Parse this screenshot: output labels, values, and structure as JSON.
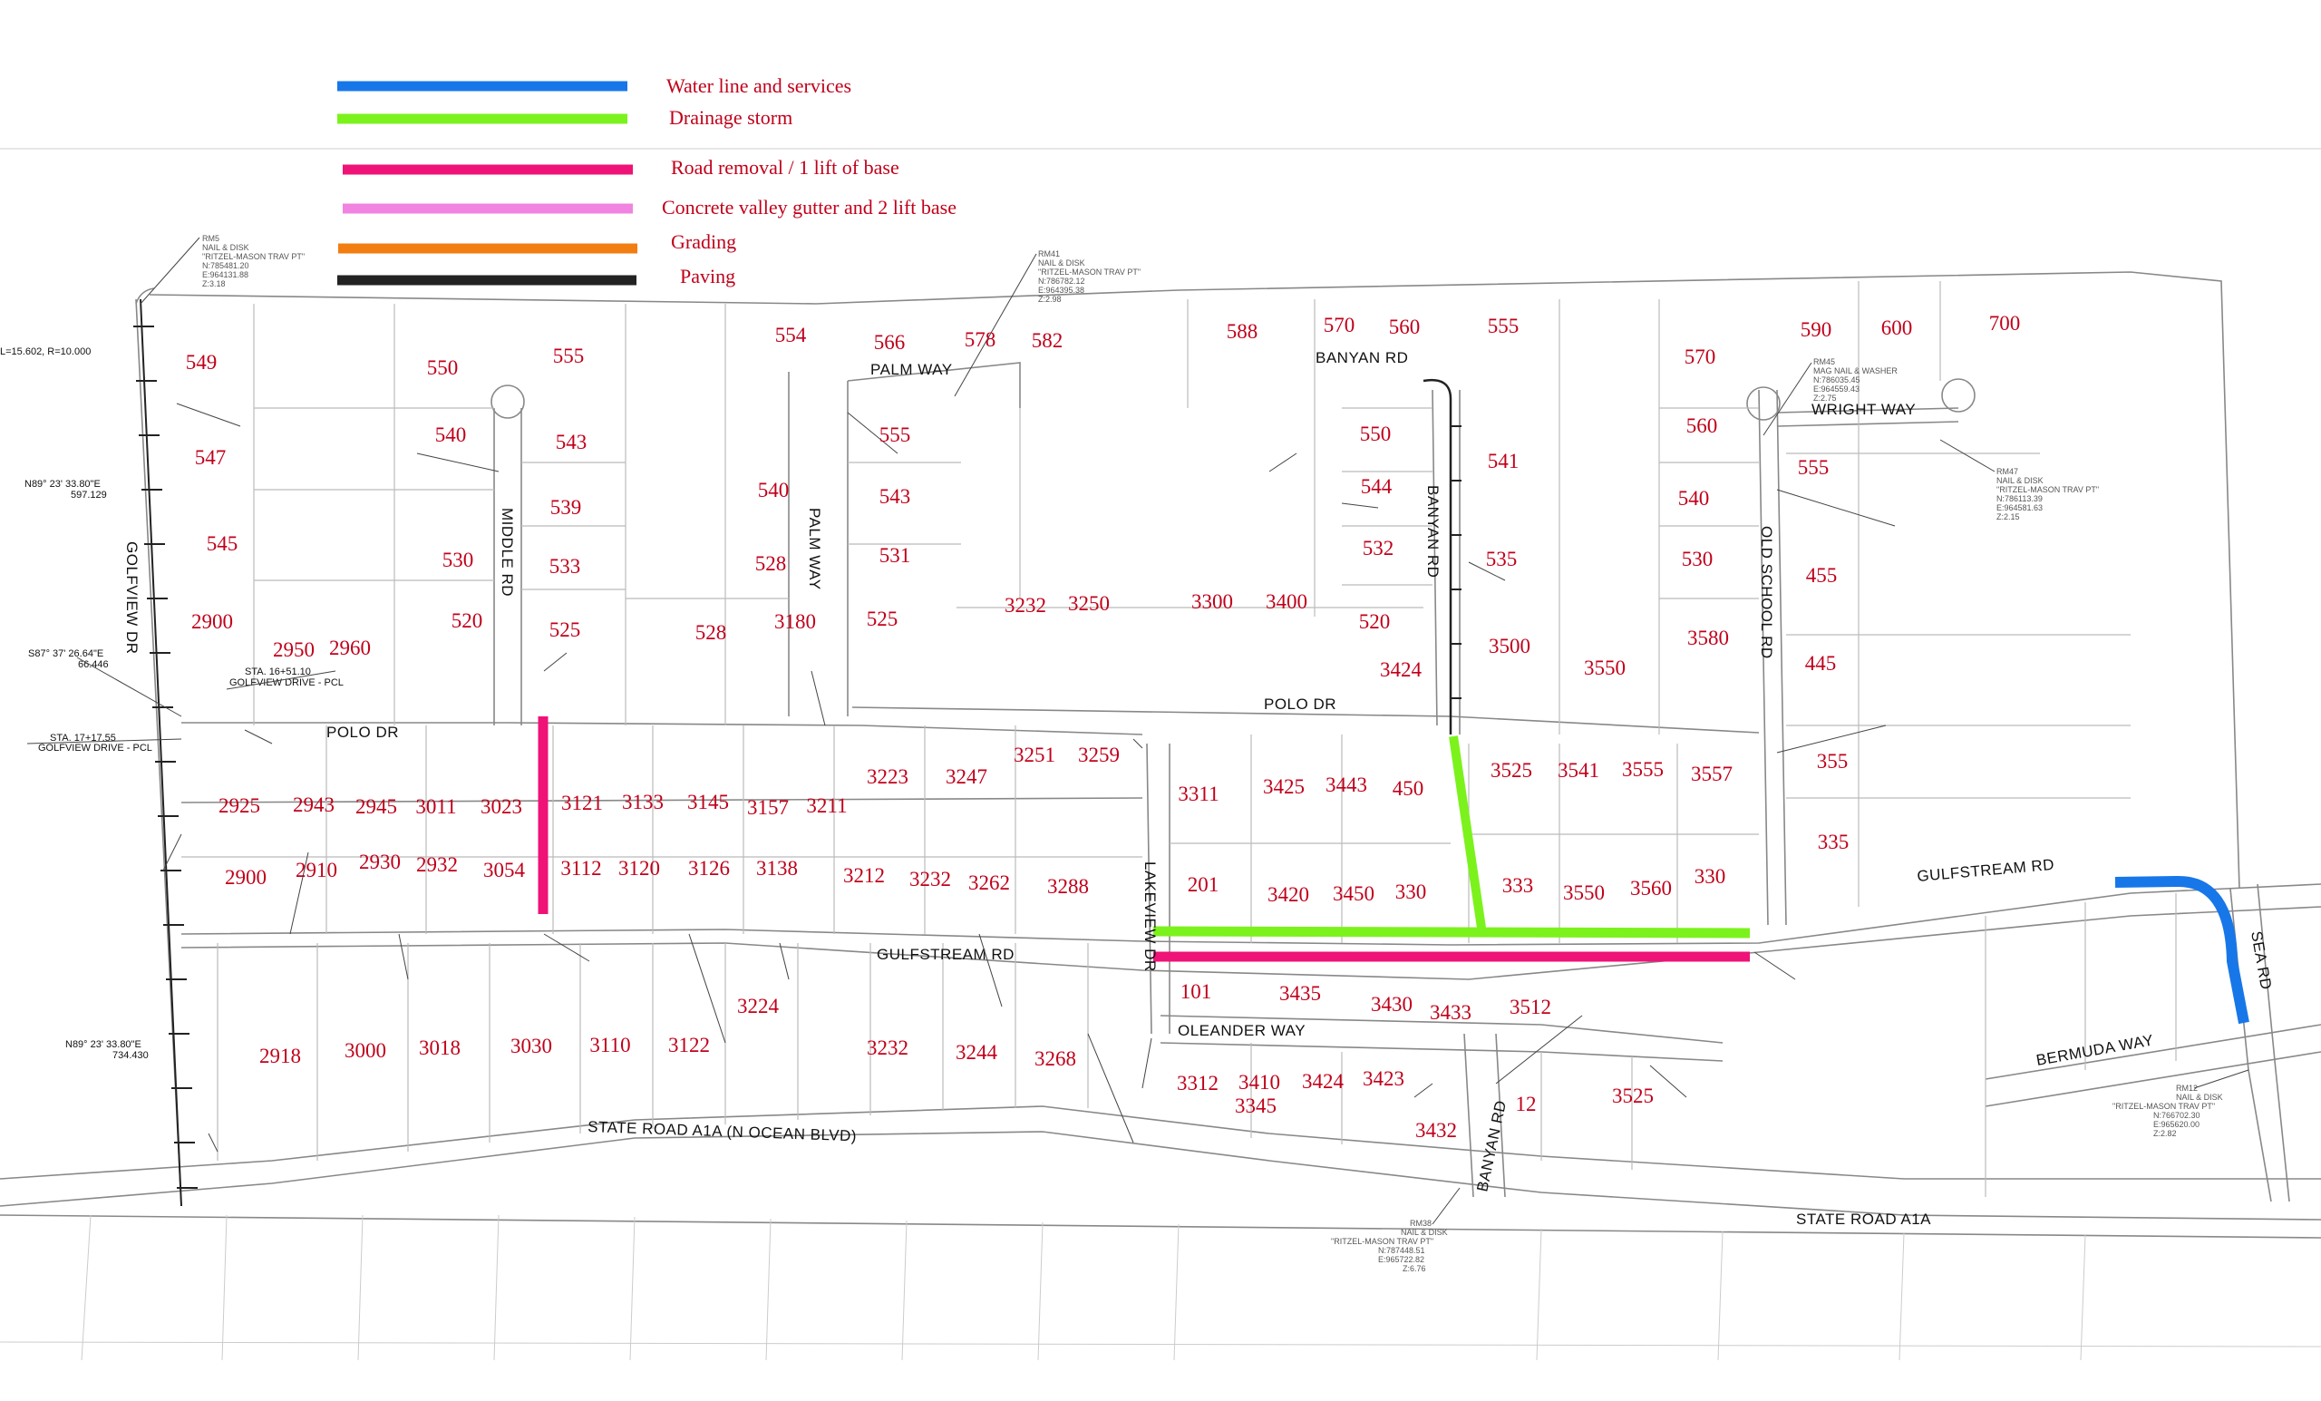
{
  "legend": [
    {
      "label": "Water line and services",
      "color": "#1877e8"
    },
    {
      "label": "Drainage storm",
      "color": "#7cf21d"
    },
    {
      "label": "Road removal / 1 lift of base",
      "color": "#ef1277"
    },
    {
      "label": "Concrete valley gutter and 2 lift base",
      "color": "#f084e0"
    },
    {
      "label": "Grading",
      "color": "#f27d10"
    },
    {
      "label": "Paving",
      "color": "#222222"
    }
  ],
  "roads": {
    "golfview_dr": "GOLFVIEW DR",
    "polo_dr_west": "POLO DR",
    "polo_dr_east": "POLO DR",
    "middle_rd": "MIDDLE RD",
    "palm_way_vertical": "PALM WAY",
    "palm_way_top": "PALM WAY",
    "banyan_rd_top": "BANYAN RD",
    "banyan_rd_vertical": "BANYAN RD",
    "banyan_rd_south": "BANYAN RD",
    "wright_way": "WRIGHT WAY",
    "old_school_rd": "OLD SCHOOL RD",
    "lakeview_dr": "LAKEVIEW DR",
    "gulfstream_rd_west": "GULFSTREAM RD",
    "gulfstream_rd_east": "GULFSTREAM RD",
    "oleander_way": "OLEANDER WAY",
    "sea_rd": "SEA RD",
    "bermuda_way": "BERMUDA WAY",
    "state_road_a1a_north": "STATE ROAD A1A  (N OCEAN BLVD)",
    "state_road_a1a_south": "STATE ROAD A1A"
  },
  "geometry_notes": {
    "curve": "L=15.602,  R=10.000",
    "bearing_1": "N89° 23' 33.80\"E",
    "dist_1": "597.129",
    "bearing_2": "S87° 37' 26.64\"E",
    "dist_2": "66.446",
    "bearing_3": "N89° 23' 33.80\"E",
    "dist_3": "734.430",
    "sta_1": "STA. 16+51.10",
    "sta_1_sub": "GOLFVIEW DRIVE - PCL",
    "sta_2": "STA. 17+17.55",
    "sta_2_sub": "GOLFVIEW DRIVE - PCL"
  },
  "lots": [
    "549",
    "547",
    "545",
    "2900",
    "550",
    "540",
    "530",
    "555",
    "543",
    "539",
    "533",
    "520",
    "525",
    "2950",
    "2960",
    "528",
    "540",
    "528",
    "554",
    "566",
    "578",
    "582",
    "555",
    "543",
    "531",
    "525",
    "3180",
    "3232",
    "3250",
    "3300",
    "3400",
    "588",
    "570",
    "560",
    "555",
    "550",
    "544",
    "532",
    "520",
    "3424",
    "541",
    "535",
    "3500",
    "3550",
    "570",
    "560",
    "540",
    "530",
    "3580",
    "590",
    "600",
    "700",
    "555",
    "455",
    "445",
    "355",
    "335",
    "2925",
    "2943",
    "2945",
    "3011",
    "3023",
    "3121",
    "3133",
    "3145",
    "3157",
    "3211",
    "3223",
    "3247",
    "3251",
    "3259",
    "3311",
    "3425",
    "3443",
    "450",
    "3525",
    "3541",
    "3555",
    "3557",
    "2900",
    "2910",
    "2930",
    "2932",
    "3054",
    "3112",
    "3120",
    "3126",
    "3138",
    "3212",
    "3232",
    "3262",
    "3288",
    "201",
    "3420",
    "3450",
    "330",
    "333",
    "3550",
    "3560",
    "330",
    "2918",
    "3000",
    "3018",
    "3030",
    "3110",
    "3122",
    "3224",
    "3232",
    "3244",
    "3268",
    "101",
    "3435",
    "3430",
    "3433",
    "3512",
    "3312",
    "3410",
    "3345",
    "3424",
    "3423",
    "3432",
    "12",
    "3525"
  ],
  "survey_notes": {
    "rm5": [
      "RM5",
      "NAIL & DISK",
      "\"RITZEL-MASON TRAV PT\"",
      "N:785481.20",
      "E:964131.88",
      "Z:3.18"
    ],
    "rm41": [
      "RM41",
      "NAIL & DISK",
      "\"RITZEL-MASON TRAV PT\"",
      "N:786782.12",
      "E:964395.38",
      "Z:2.98"
    ],
    "rm45": [
      "RM45",
      "MAG NAIL & WASHER",
      "N:786035.45",
      "E:964559.43",
      "Z:2.75"
    ],
    "rm47": [
      "RM47",
      "NAIL & DISK",
      "\"RITZEL-MASON TRAV PT\"",
      "N:786113.39",
      "E:964581.63",
      "Z:2.15"
    ],
    "rm12": [
      "RM12",
      "NAIL & DISK",
      "\"RITZEL-MASON TRAV PT\"",
      "N:766702.30",
      "E:965620.00",
      "Z:2.82"
    ],
    "rm38": [
      "RM38",
      "NAIL & DISK",
      "\"RITZEL-MASON TRAV PT\"",
      "N:787448.51",
      "E:965722.82",
      "Z:6.76"
    ]
  }
}
